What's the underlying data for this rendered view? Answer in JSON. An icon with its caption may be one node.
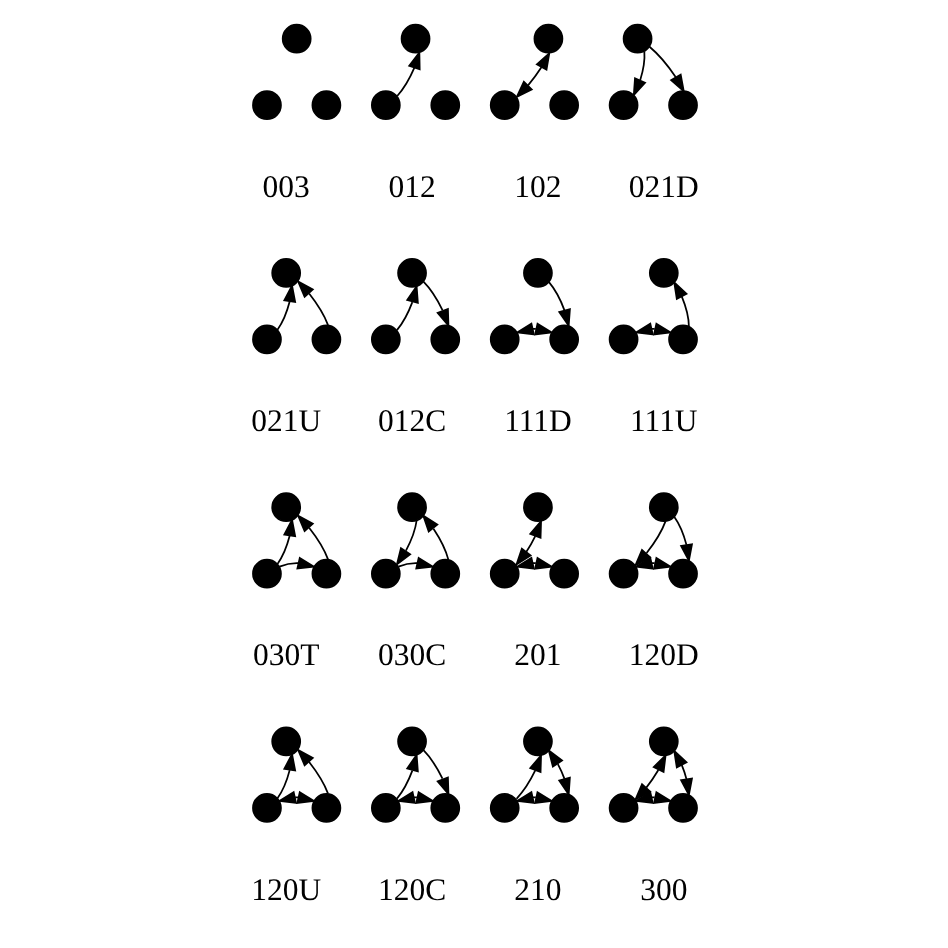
{
  "diagram": {
    "nodes": [
      {
        "text": [],
        "shape": "circle"
      },
      {
        "text": [],
        "shape": "circle"
      },
      {
        "text": [],
        "shape": "circle"
      },
      {
        "text": [],
        "shape": "circle"
      },
      {
        "text": [],
        "shape": "circle"
      },
      {
        "text": [],
        "shape": "circle"
      },
      {
        "text": [],
        "shape": "circle"
      },
      {
        "text": [],
        "shape": "circle"
      },
      {
        "text": [],
        "shape": "circle"
      },
      {
        "text": [],
        "shape": "circle"
      },
      {
        "text": [],
        "shape": "circle"
      },
      {
        "text": [],
        "shape": "circle"
      },
      {
        "text": [],
        "shape": "circle"
      },
      {
        "text": [],
        "shape": "circle"
      },
      {
        "text": [],
        "shape": "circle"
      },
      {
        "text": [],
        "shape": "circle"
      },
      {
        "text": [],
        "shape": "circle"
      },
      {
        "text": [],
        "shape": "circle"
      },
      {
        "text": [],
        "shape": "circle"
      },
      {
        "text": [],
        "shape": "circle"
      },
      {
        "text": [],
        "shape": "circle"
      },
      {
        "text": [],
        "shape": "circle"
      },
      {
        "text": [],
        "shape": "circle"
      },
      {
        "text": [],
        "shape": "circle"
      },
      {
        "text": [],
        "shape": "circle"
      },
      {
        "text": [],
        "shape": "circle"
      },
      {
        "text": [],
        "shape": "circle"
      },
      {
        "text": [],
        "shape": "circle"
      },
      {
        "text": [],
        "shape": "circle"
      },
      {
        "text": [],
        "shape": "circle"
      },
      {
        "text": [],
        "shape": "circle"
      },
      {
        "text": [],
        "shape": "circle"
      },
      {
        "text": [],
        "shape": "circle"
      },
      {
        "text": [],
        "shape": "circle"
      },
      {
        "text": [],
        "shape": "circle"
      },
      {
        "text": [],
        "shape": "circle"
      },
      {
        "text": [],
        "shape": "circle"
      },
      {
        "text": [],
        "shape": "circle"
      },
      {
        "text": [],
        "shape": "circle"
      },
      {
        "text": [],
        "shape": "circle"
      },
      {
        "text": [],
        "shape": "circle"
      },
      {
        "text": [],
        "shape": "circle"
      },
      {
        "text": [],
        "shape": "circle"
      },
      {
        "text": [],
        "shape": "circle"
      },
      {
        "text": [],
        "shape": "circle"
      },
      {
        "text": [],
        "shape": "circle"
      },
      {
        "text": [],
        "shape": "circle"
      },
      {
        "text": [],
        "shape": "circle"
      }
    ],
    "edges": [
      {
        "from": 4,
        "to": 3,
        "arrow": "to"
      },
      {
        "from": 7,
        "to": 6,
        "arrow": "both"
      },
      {
        "from": 9,
        "to": 10,
        "arrow": "to"
      },
      {
        "from": 9,
        "to": 11,
        "arrow": "to"
      },
      {
        "from": 13,
        "to": 12,
        "arrow": "to"
      },
      {
        "from": 14,
        "to": 12,
        "arrow": "to"
      },
      {
        "from": 16,
        "to": 15,
        "arrow": "to"
      },
      {
        "from": 15,
        "to": 17,
        "arrow": "to"
      },
      {
        "from": 19,
        "to": 20,
        "arrow": "both"
      },
      {
        "from": 18,
        "to": 20,
        "arrow": "to"
      },
      {
        "from": 22,
        "to": 23,
        "arrow": "both"
      },
      {
        "from": 23,
        "to": 21,
        "arrow": "to"
      },
      {
        "from": 25,
        "to": 24,
        "arrow": "to"
      },
      {
        "from": 26,
        "to": 24,
        "arrow": "to"
      },
      {
        "from": 25,
        "to": 26,
        "arrow": "to"
      },
      {
        "from": 27,
        "to": 28,
        "arrow": "to"
      },
      {
        "from": 28,
        "to": 29,
        "arrow": "to"
      },
      {
        "from": 29,
        "to": 27,
        "arrow": "to"
      },
      {
        "from": 31,
        "to": 30,
        "arrow": "both"
      },
      {
        "from": 31,
        "to": 32,
        "arrow": "both"
      },
      {
        "from": 33,
        "to": 34,
        "arrow": "to"
      },
      {
        "from": 33,
        "to": 35,
        "arrow": "to"
      },
      {
        "from": 34,
        "to": 35,
        "arrow": "both"
      },
      {
        "from": 37,
        "to": 36,
        "arrow": "to"
      },
      {
        "from": 38,
        "to": 36,
        "arrow": "to"
      },
      {
        "from": 37,
        "to": 38,
        "arrow": "both"
      },
      {
        "from": 40,
        "to": 39,
        "arrow": "to"
      },
      {
        "from": 39,
        "to": 41,
        "arrow": "to"
      },
      {
        "from": 40,
        "to": 41,
        "arrow": "both"
      },
      {
        "from": 43,
        "to": 42,
        "arrow": "to"
      },
      {
        "from": 42,
        "to": 44,
        "arrow": "both"
      },
      {
        "from": 43,
        "to": 44,
        "arrow": "both"
      },
      {
        "from": 46,
        "to": 45,
        "arrow": "both"
      },
      {
        "from": 45,
        "to": 47,
        "arrow": "both"
      },
      {
        "from": 46,
        "to": 47,
        "arrow": "both"
      }
    ],
    "labels": [
      "003",
      "012",
      "102",
      "021D",
      "021U",
      "012C",
      "111D",
      "111U",
      "030T",
      "030C",
      "201",
      "120D",
      "120U",
      "120C",
      "210",
      "300"
    ]
  }
}
